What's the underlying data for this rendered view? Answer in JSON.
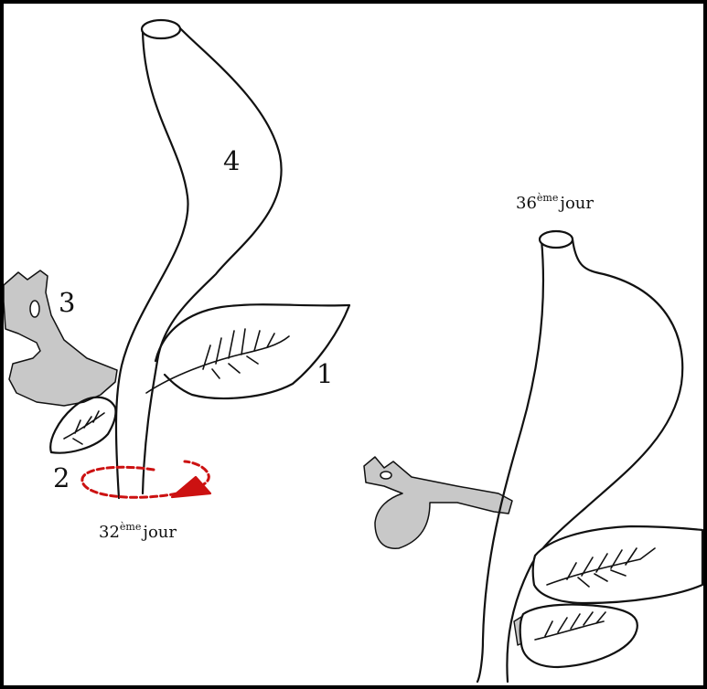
{
  "labels": {
    "n1": "1",
    "n2": "2",
    "n3": "3",
    "n4": "4"
  },
  "day_left": {
    "number": "32",
    "suffix": "ème",
    "word": "jour"
  },
  "day_right": {
    "number": "36",
    "suffix": "ème",
    "word": "jour"
  },
  "colors": {
    "frame": "#000000",
    "background": "#ffffff",
    "outline": "#111111",
    "shaded": "#c8c8c8",
    "rotation_arrow": "#cc1111"
  }
}
